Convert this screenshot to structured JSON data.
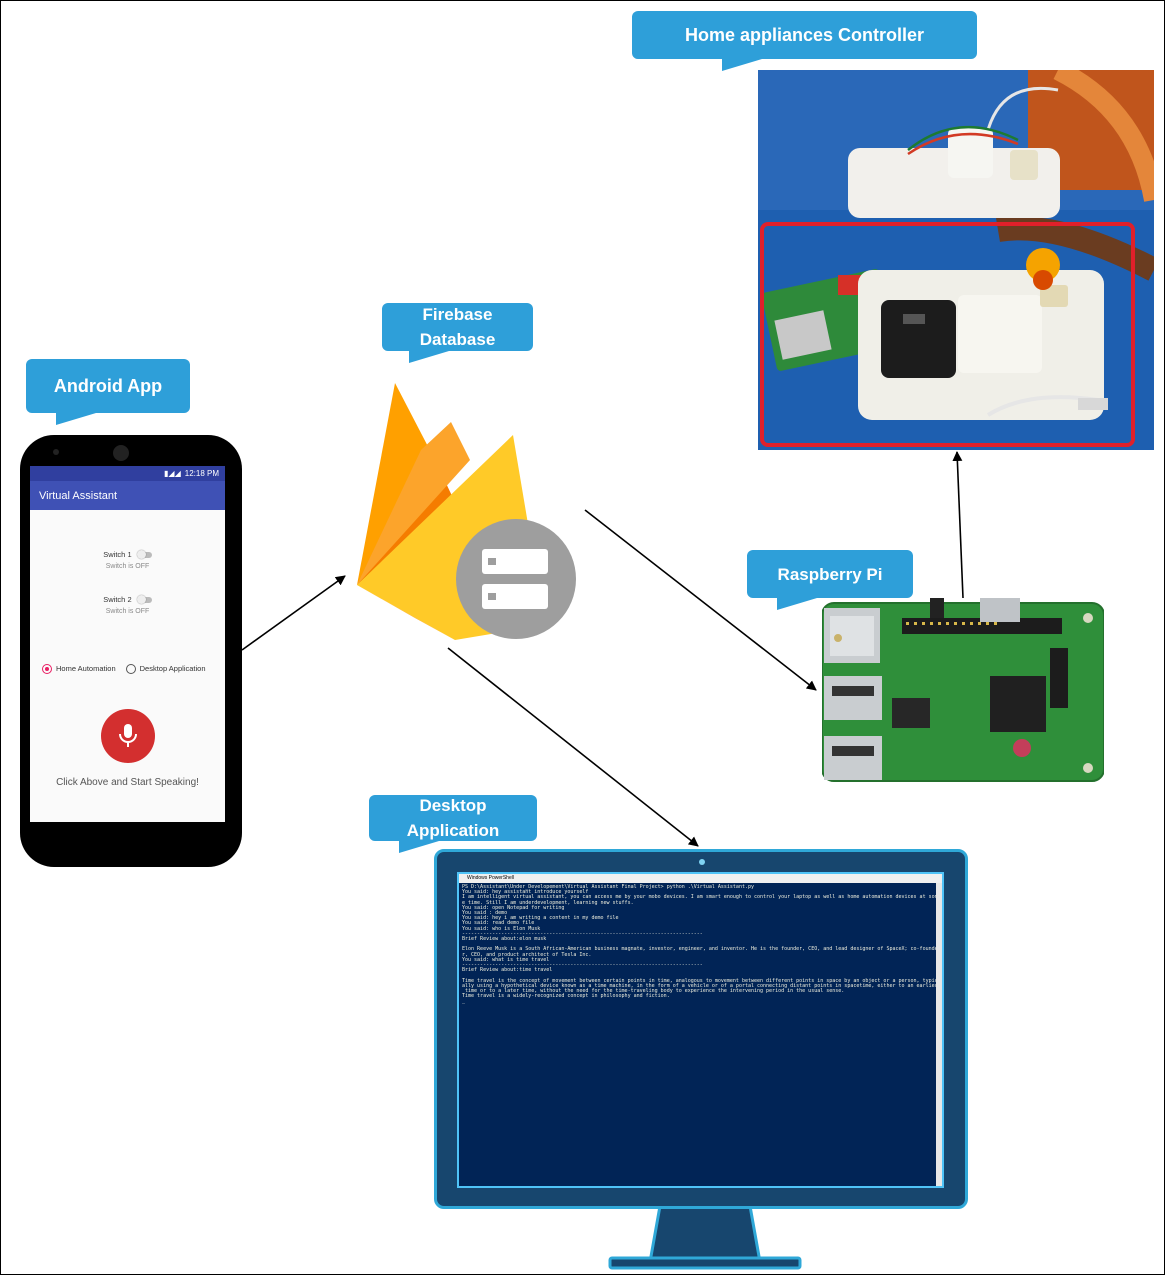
{
  "labels": {
    "android": "Android App",
    "firebase": "Firebase Database",
    "home_appliances": "Home appliances Controller",
    "raspberry": "Raspberry Pi",
    "desktop": "Desktop Application"
  },
  "android_app": {
    "status_time": "12:18 PM",
    "app_title": "Virtual Assistant",
    "switch1_label": "Switch 1",
    "switch1_state": "Switch is OFF",
    "switch2_label": "Switch 2",
    "switch2_state": "Switch is OFF",
    "radio_home": "Home Automation",
    "radio_desktop": "Desktop Application",
    "prompt": "Click Above and Start Speaking!"
  },
  "desktop_app": {
    "window_title": "Windows PowerShell",
    "console_lines": [
      "PS D:\\Assistant\\Under_Developement\\Virtual Assistant Final Project> python .\\Virtual Assistant.py",
      "You said: hey assistant introduce yourself",
      "I am intelligent virtual assistant, you can access me by your mobo devices. I am smart enough to control your laptop as well as home automation devices at son",
      "e time. Still I am underdevelopment, learning new stuffs.",
      "You said: open Notepad for writing",
      "You said : demo",
      "You said: hey i am writing a content in my demo file",
      "You said: read demo file",
      "You said: who is Elon Musk",
      "--------------------------------------------------------------------------------",
      "Brief Review about:elon musk",
      "",
      "Elon Reeve Musk is a South African-American business magnate, investor, engineer, and inventor. He is the founder, CEO, and lead designer of SpaceX; co-founde",
      "r, CEO, and product architect of Tesla Inc.",
      "You said: what is time travel",
      "--------------------------------------------------------------------------------",
      "Brief Review about:time travel",
      "",
      "Time travel is the concept of movement between certain points in time, analogous to movement between different points in space by an object or a person, typic",
      "ally using a hypothetical device known as a time machine, in the form of a vehicle or of a portal connecting distant points in spacetime, either to an earlier",
      " time or to a later time, without the need for the time-traveling body to experience the intervening period in the usual sense.",
      "Time travel is a widely-recognized concept in philosophy and fiction.",
      "_"
    ]
  },
  "colors": {
    "callout": "#2e9fd9",
    "highlight_box": "#e0202a",
    "powershell_bg": "#012456",
    "monitor_frame": "#17466e"
  },
  "icons": [
    "microphone-icon",
    "firebase-flame-icon",
    "database-server-icon"
  ]
}
